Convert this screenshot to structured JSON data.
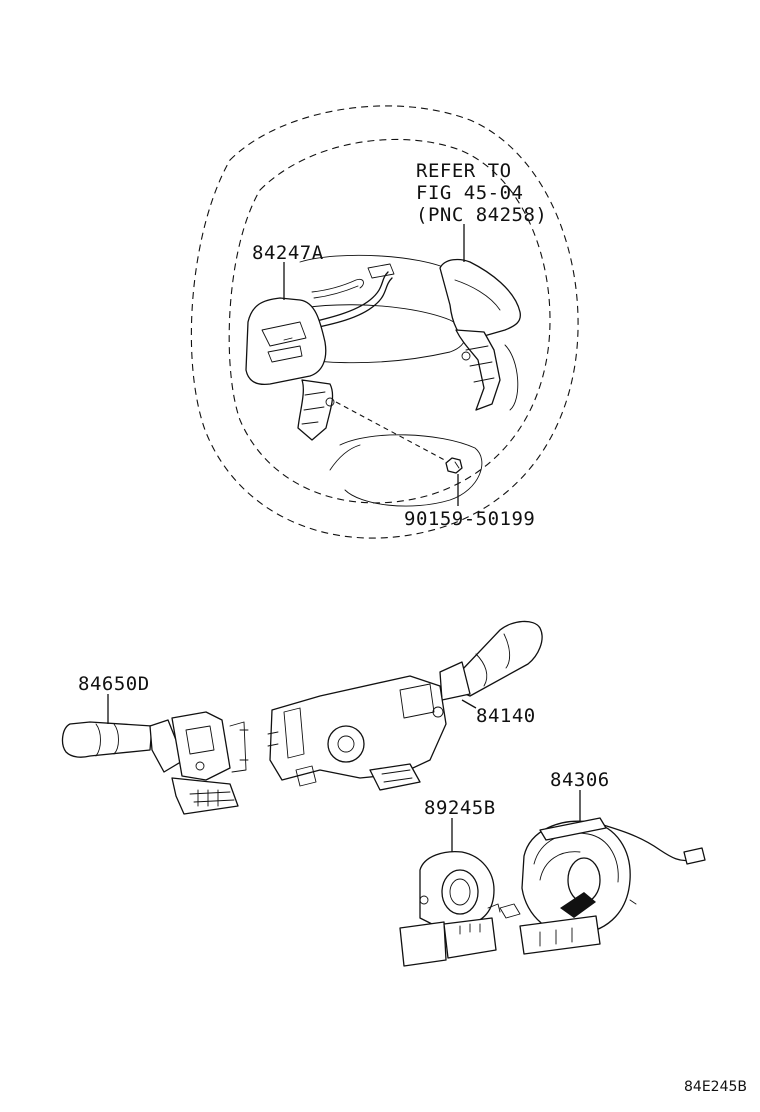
{
  "diagram": {
    "labels": {
      "refer_line1": "REFER TO",
      "refer_line2": "FIG 45-04",
      "refer_line3": "(PNC 84258)",
      "switch_left_part": "84247A",
      "screw_part": "90159-50199",
      "turn_signal_switch": "84650D",
      "wiper_switch": "84140",
      "sensor_part": "89245B",
      "spiral_cable": "84306",
      "illustration_code": "84E245B"
    }
  }
}
